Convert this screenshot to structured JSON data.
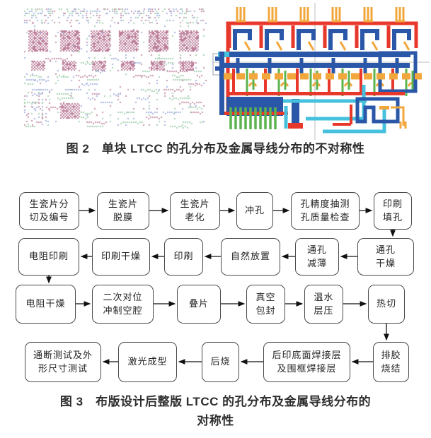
{
  "figure2": {
    "caption": "图 2　单块 LTCC 的孔分布及金属导线分布的不对称性",
    "left_image": {
      "description": "via-distribution-dot-pattern",
      "dot_colors": {
        "pink": "#c795ac",
        "pink_dark": "#bd7f9b",
        "green": "#a9d2b4",
        "blue": "#a9b6df"
      }
    },
    "right_image": {
      "description": "metal-trace-layout",
      "trace_colors": {
        "red": "#e8372b",
        "blue": "#2a57a8",
        "yellow": "#f2a73c",
        "green": "#5cb44f",
        "cyan": "#45c0dd",
        "crosshair": "#bdbdbd"
      }
    }
  },
  "figure3": {
    "caption_line1": "图 3　布版设计后整版 LTCC 的孔分布及金属导线分布的",
    "caption_line2": "对称性"
  },
  "flowchart": {
    "rows": [
      {
        "direction": "left-to-right",
        "boxes": [
          {
            "label": "生瓷片分\n切及编号"
          },
          {
            "label": "生瓷片\n脱膜"
          },
          {
            "label": "生瓷片\n老化"
          },
          {
            "label": "冲孔"
          },
          {
            "label": "孔精度抽测\n孔质量检查"
          },
          {
            "label": "印刷\n填孔"
          }
        ]
      },
      {
        "direction": "right-to-left",
        "boxes": [
          {
            "label": "电阻印刷"
          },
          {
            "label": "印刷干燥"
          },
          {
            "label": "印刷"
          },
          {
            "label": "自然放置"
          },
          {
            "label": "通孔\n减薄"
          },
          {
            "label": "通孔\n干燥"
          }
        ]
      },
      {
        "direction": "left-to-right",
        "boxes": [
          {
            "label": "电阻干燥"
          },
          {
            "label": "二次对位\n冲制空腔"
          },
          {
            "label": "叠片"
          },
          {
            "label": "真空\n包封"
          },
          {
            "label": "温水\n层压"
          },
          {
            "label": "热切"
          }
        ]
      },
      {
        "direction": "right-to-left",
        "boxes": [
          {
            "label": "通断测试及外\n形尺寸测试"
          },
          {
            "label": "激光成型"
          },
          {
            "label": "后烧"
          },
          {
            "label": "后印底面焊接层\n及围框焊接层"
          },
          {
            "label": "排胶\n烧结"
          }
        ]
      }
    ]
  }
}
